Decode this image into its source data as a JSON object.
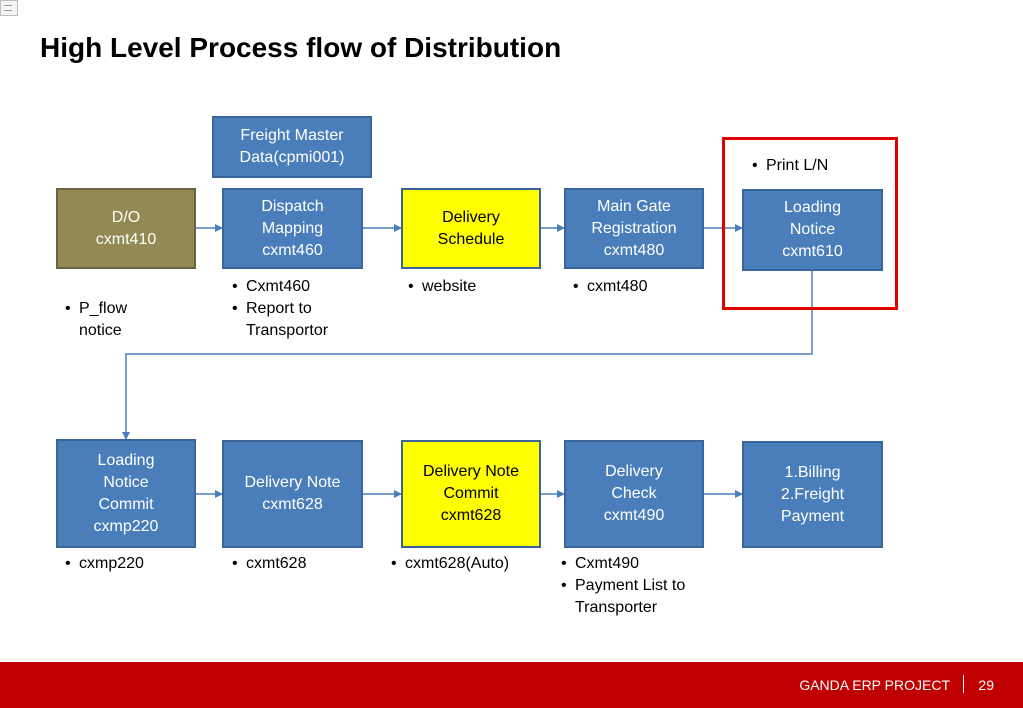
{
  "title": "High Level Process flow of Distribution",
  "colors": {
    "box_blue": "#4a7ebb",
    "box_yellow": "#ffff00",
    "box_olive": "#938953",
    "highlight": "#e00000",
    "footer": "#c00000"
  },
  "boxes": {
    "freight_master": "Freight Master\nData(cpmi001)",
    "do": "D/O\ncxmt410",
    "dispatch_mapping": "Dispatch\nMapping\ncxmt460",
    "delivery_schedule": "Delivery\nSchedule",
    "main_gate": "Main Gate\nRegistration\ncxmt480",
    "loading_notice": "Loading\nNotice\ncxmt610",
    "loading_notice_commit": "Loading\nNotice\nCommit\ncxmp220",
    "delivery_note": "Delivery Note\ncxmt628",
    "delivery_note_commit": "Delivery Note\nCommit\ncxmt628",
    "delivery_check": "Delivery\nCheck\ncxmt490",
    "billing": "1.Billing\n2.Freight\nPayment"
  },
  "notes": {
    "print_ln": [
      "Print L/N"
    ],
    "do": [
      "P_flow\nnotice"
    ],
    "dispatch": [
      "Cxmt460",
      "Report to\nTransportor"
    ],
    "schedule": [
      "website"
    ],
    "main_gate": [
      "cxmt480"
    ],
    "commit": [
      "cxmp220"
    ],
    "delivery_note": [
      "cxmt628"
    ],
    "delivery_note_commit": [
      "cxmt628(Auto)"
    ],
    "delivery_check": [
      "Cxmt490",
      "Payment List to\nTransporter"
    ]
  },
  "footer": {
    "project": "GANDA ERP PROJECT",
    "page": "29"
  }
}
